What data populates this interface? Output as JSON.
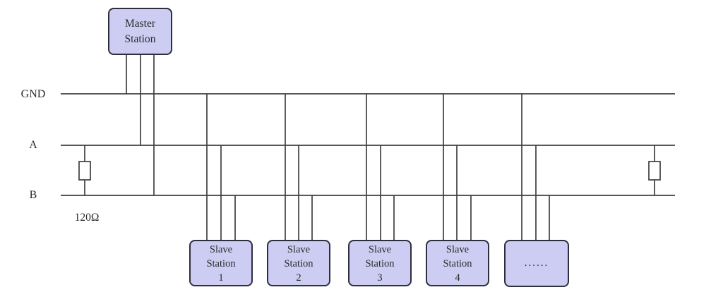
{
  "diagram": {
    "kind": "bus-topology-schematic",
    "bus": {
      "gnd_label": "GND",
      "a_label": "A",
      "b_label": "B"
    },
    "master_station": {
      "lines": [
        "Master",
        "Station"
      ]
    },
    "slave_stations": [
      {
        "lines": [
          "Slave",
          "Station",
          "1"
        ]
      },
      {
        "lines": [
          "Slave",
          "Station",
          "2"
        ]
      },
      {
        "lines": [
          "Slave",
          "Station",
          "3"
        ]
      },
      {
        "lines": [
          "Slave",
          "Station",
          "4"
        ]
      }
    ],
    "ellipsis_station": {
      "label": "......"
    },
    "termination": {
      "resistance_label": "120Ω"
    },
    "colors": {
      "station_fill": "#cdccf2",
      "station_border": "#2e2e3e",
      "wire": "#3f3f3f",
      "text": "#2b2b2b",
      "background": "#ffffff"
    }
  }
}
